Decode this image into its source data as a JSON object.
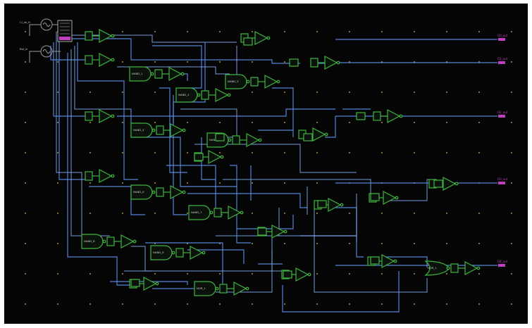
{
  "diagram": {
    "colors": {
      "background": "#050505",
      "wire": "#5b8ee8",
      "gate": "#3fb43f",
      "output_pin": "#c040c0",
      "grid_dot": "#c8c85a"
    },
    "inputs": [
      {
        "label": "Cl_ok_H",
        "icon": "sine-source-icon"
      },
      {
        "label": "Rst_in",
        "icon": "sine-source-icon"
      }
    ],
    "outputs": [
      {
        "label": "Q0_out"
      },
      {
        "label": "Q1_out"
      },
      {
        "label": "Q2_out"
      },
      {
        "label": "Q3_out"
      },
      {
        "label": "Q4_out"
      }
    ],
    "gate_labels": [
      "NAND_1",
      "NAND_2",
      "NAND_3",
      "NAND_4",
      "NAND_5",
      "NAND_6",
      "NAND_7",
      "NAND_8",
      "NAND_9",
      "NOR_1"
    ]
  }
}
